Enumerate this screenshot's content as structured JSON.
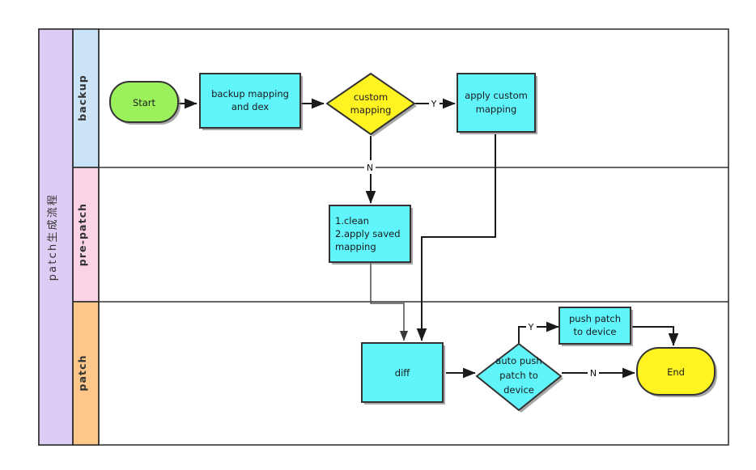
{
  "diagram": {
    "title": "patch生成流程",
    "type": "swimlane-flowchart",
    "pool_label": "patch生成流程",
    "lanes": [
      {
        "id": "backup",
        "label": "backup",
        "color": "#cbe3f7"
      },
      {
        "id": "pre-patch",
        "label": "pre-patch",
        "color": "#fcd2e6"
      },
      {
        "id": "patch",
        "label": "patch",
        "color": "#fcc789"
      }
    ],
    "pool_color": "#ddcdf4",
    "canvas_bg": "#ffffff",
    "nodes": [
      {
        "id": "start",
        "lane": "backup",
        "shape": "terminator",
        "label": "Start",
        "color": "#9bf15b"
      },
      {
        "id": "backup-map",
        "lane": "backup",
        "shape": "process",
        "label": "backup mapping\nand dex",
        "color": "#5ff5fb"
      },
      {
        "id": "custom-map",
        "lane": "backup",
        "shape": "decision",
        "label": "custom\nmapping",
        "color": "#fff321"
      },
      {
        "id": "apply-custom",
        "lane": "backup",
        "shape": "process",
        "label": "apply custom\nmapping",
        "color": "#5ff5fb"
      },
      {
        "id": "clean-apply",
        "lane": "pre-patch",
        "shape": "process",
        "label": "1.clean\n2.apply saved\nmapping",
        "color": "#5ff5fb"
      },
      {
        "id": "diff",
        "lane": "patch",
        "shape": "process",
        "label": "diff",
        "color": "#5ff5fb"
      },
      {
        "id": "auto-push",
        "lane": "patch",
        "shape": "decision",
        "label": "auto push\npatch to\ndevice",
        "color": "#5ff5fb"
      },
      {
        "id": "push-patch",
        "lane": "patch",
        "shape": "process",
        "label": "push patch\nto device",
        "color": "#5ff5fb"
      },
      {
        "id": "end",
        "lane": "patch",
        "shape": "terminator",
        "label": "End",
        "color": "#fff321"
      }
    ],
    "edge_labels": {
      "custom_yes": "Y",
      "custom_no": "N",
      "autopush_yes": "Y",
      "autopush_no": "N"
    },
    "edges": [
      {
        "from": "start",
        "to": "backup-map",
        "label": ""
      },
      {
        "from": "backup-map",
        "to": "custom-map",
        "label": ""
      },
      {
        "from": "custom-map",
        "to": "apply-custom",
        "label": "Y"
      },
      {
        "from": "custom-map",
        "to": "clean-apply",
        "label": "N"
      },
      {
        "from": "apply-custom",
        "to": "diff",
        "label": ""
      },
      {
        "from": "clean-apply",
        "to": "diff",
        "label": ""
      },
      {
        "from": "diff",
        "to": "auto-push",
        "label": ""
      },
      {
        "from": "auto-push",
        "to": "push-patch",
        "label": "Y"
      },
      {
        "from": "auto-push",
        "to": "end",
        "label": "N"
      },
      {
        "from": "push-patch",
        "to": "end",
        "label": ""
      }
    ]
  },
  "node_text": {
    "start": "Start",
    "backup_map_l1": "backup mapping",
    "backup_map_l2": "and dex",
    "custom_map_l1": "custom",
    "custom_map_l2": "mapping",
    "apply_custom_l1": "apply custom",
    "apply_custom_l2": "mapping",
    "clean_l1": "1.clean",
    "clean_l2": "2.apply saved",
    "clean_l3": "mapping",
    "diff": "diff",
    "auto_push_l1": "auto push",
    "auto_push_l2": "patch to",
    "auto_push_l3": "device",
    "push_patch_l1": "push patch",
    "push_patch_l2": "to device",
    "end": "End"
  }
}
